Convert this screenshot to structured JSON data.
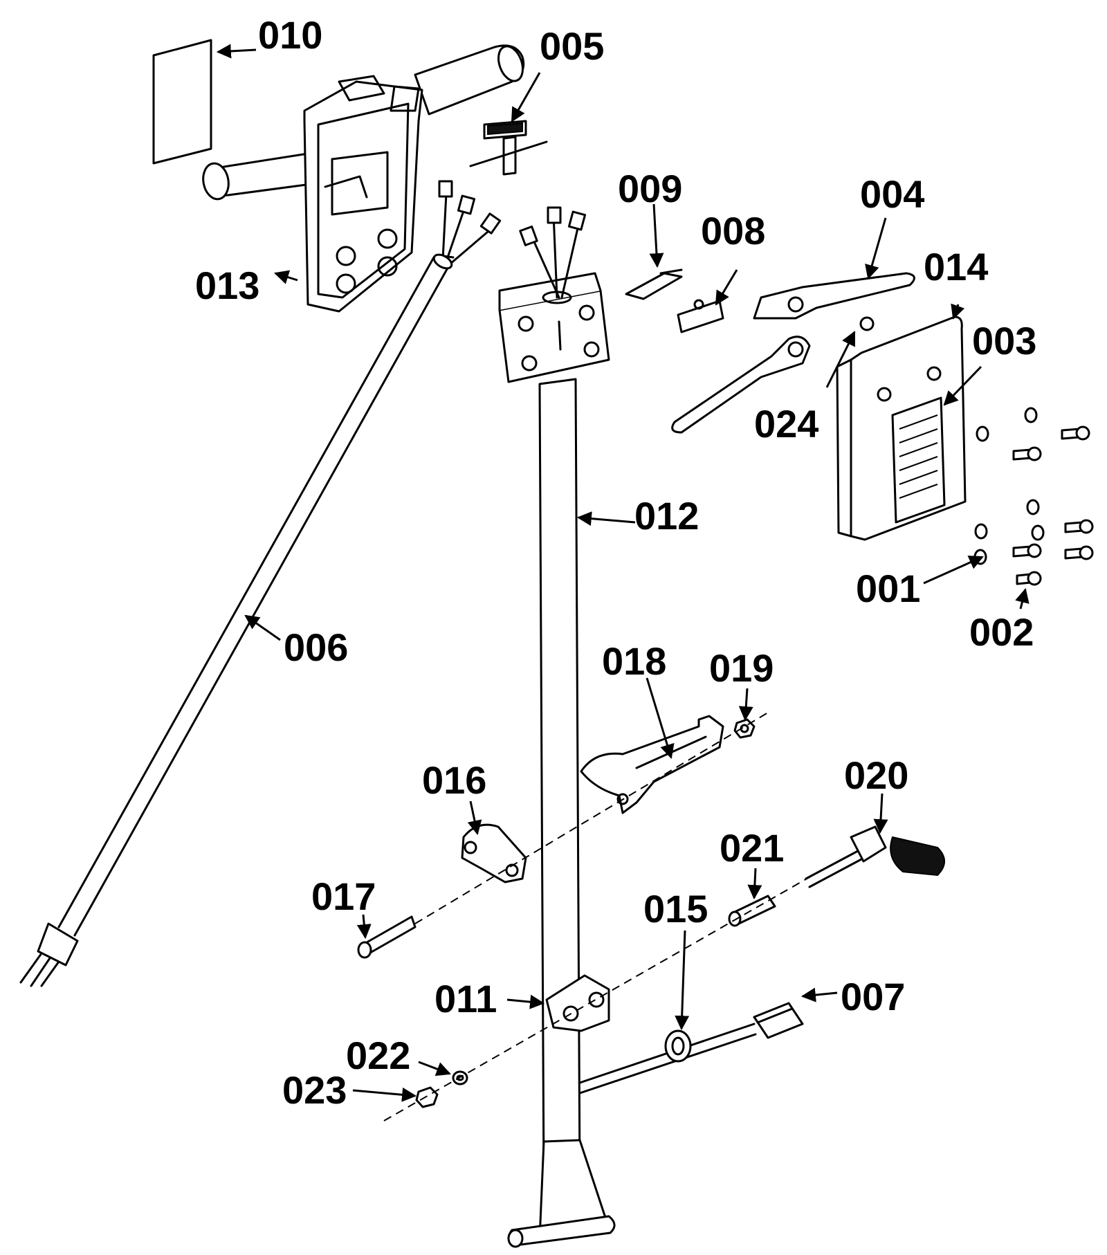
{
  "parts": {
    "p001": "001",
    "p002": "002",
    "p003": "003",
    "p004": "004",
    "p005": "005",
    "p006": "006",
    "p007": "007",
    "p008": "008",
    "p009": "009",
    "p010": "010",
    "p011": "011",
    "p012": "012",
    "p013": "013",
    "p014": "014",
    "p015": "015",
    "p016": "016",
    "p017": "017",
    "p018": "018",
    "p019": "019",
    "p020": "020",
    "p021": "021",
    "p022": "022",
    "p023": "023",
    "p024": "024"
  }
}
